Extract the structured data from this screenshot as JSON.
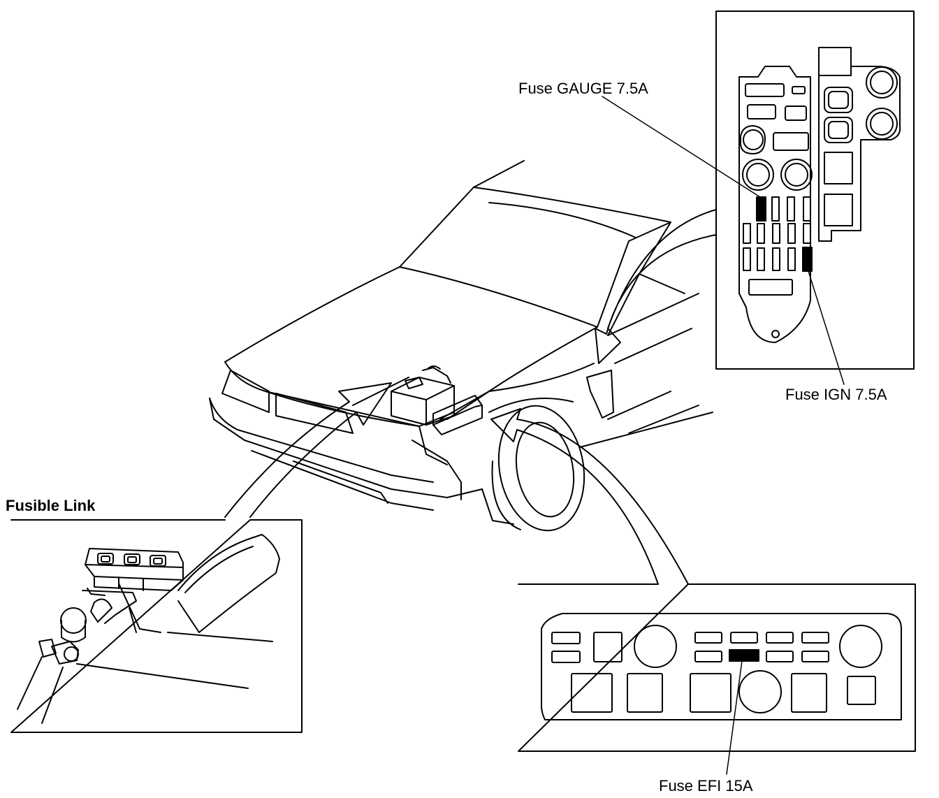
{
  "labels": {
    "fuse_gauge": "Fuse GAUGE 7.5A",
    "fuse_ign": "Fuse IGN 7.5A",
    "fuse_efi": "Fuse EFI 15A",
    "fusible_link": "Fusible Link"
  },
  "colors": {
    "line": "#000000",
    "background": "#ffffff",
    "highlighted_fuse": "#000000"
  }
}
